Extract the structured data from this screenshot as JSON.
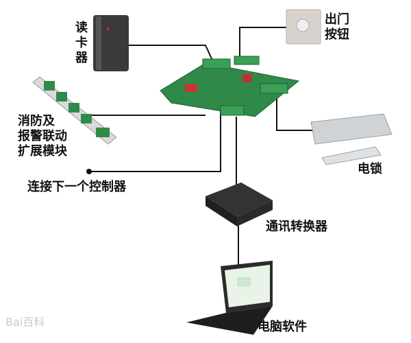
{
  "labels": {
    "card_reader": [
      "读",
      "卡",
      "器"
    ],
    "exit_button": [
      "出门",
      "按钮"
    ],
    "fire_alarm_module": [
      "消防及",
      "报警联动",
      "扩展模块"
    ],
    "next_controller": "连接下一个控制器",
    "electric_lock": "电锁",
    "comm_converter": "通讯转换器",
    "pc_software": "电脑软件"
  },
  "watermark": "Bai百科",
  "colors": {
    "wire": "#111111",
    "pcb": "#2f8a4a",
    "terminal": "#3aa055",
    "reader": "#3a3a3a",
    "lock": "#cfd3d6"
  }
}
